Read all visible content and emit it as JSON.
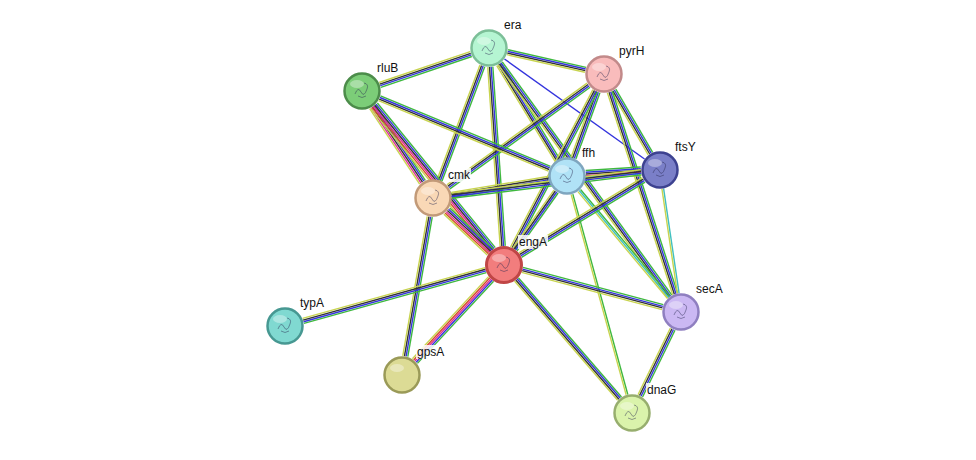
{
  "diagram": {
    "nodes": [
      {
        "text": [
          "era"
        ]
      },
      {
        "text": [
          "pyrH"
        ]
      },
      {
        "text": [
          "rluB"
        ]
      },
      {
        "text": [
          "ffh"
        ]
      },
      {
        "text": [
          "ftsY"
        ]
      },
      {
        "text": [
          "cmk"
        ]
      },
      {
        "text": [
          "engA"
        ]
      },
      {
        "text": [
          "secA"
        ]
      },
      {
        "text": [
          "typA"
        ]
      },
      {
        "text": [
          "gpsA"
        ]
      },
      {
        "text": [
          "dnaG"
        ]
      }
    ],
    "edges": [
      {
        "from": 0,
        "to": 1,
        "arrow": "none"
      },
      {
        "from": 0,
        "to": 2,
        "arrow": "none"
      },
      {
        "from": 0,
        "to": 5,
        "arrow": "none"
      },
      {
        "from": 0,
        "to": 3,
        "arrow": "none"
      },
      {
        "from": 0,
        "to": 6,
        "arrow": "none"
      },
      {
        "from": 0,
        "to": 4,
        "arrow": "none"
      },
      {
        "from": 0,
        "to": 7,
        "arrow": "none"
      },
      {
        "from": 1,
        "to": 5,
        "arrow": "none"
      },
      {
        "from": 1,
        "to": 3,
        "arrow": "none"
      },
      {
        "from": 1,
        "to": 6,
        "arrow": "none"
      },
      {
        "from": 1,
        "to": 4,
        "arrow": "none"
      },
      {
        "from": 1,
        "to": 7,
        "arrow": "none"
      },
      {
        "from": 2,
        "to": 5,
        "arrow": "none"
      },
      {
        "from": 2,
        "to": 6,
        "arrow": "none"
      },
      {
        "from": 2,
        "to": 3,
        "arrow": "none"
      },
      {
        "from": 3,
        "to": 4,
        "arrow": "none"
      },
      {
        "from": 3,
        "to": 5,
        "arrow": "none"
      },
      {
        "from": 3,
        "to": 6,
        "arrow": "none"
      },
      {
        "from": 3,
        "to": 7,
        "arrow": "none"
      },
      {
        "from": 3,
        "to": 10,
        "arrow": "none"
      },
      {
        "from": 4,
        "to": 5,
        "arrow": "none"
      },
      {
        "from": 4,
        "to": 6,
        "arrow": "none"
      },
      {
        "from": 4,
        "to": 7,
        "arrow": "none"
      },
      {
        "from": 5,
        "to": 6,
        "arrow": "none"
      },
      {
        "from": 5,
        "to": 9,
        "arrow": "none"
      },
      {
        "from": 6,
        "to": 8,
        "arrow": "none"
      },
      {
        "from": 6,
        "to": 9,
        "arrow": "none"
      },
      {
        "from": 6,
        "to": 7,
        "arrow": "none"
      },
      {
        "from": 6,
        "to": 10,
        "arrow": "none"
      },
      {
        "from": 7,
        "to": 10,
        "arrow": "none"
      }
    ]
  }
}
